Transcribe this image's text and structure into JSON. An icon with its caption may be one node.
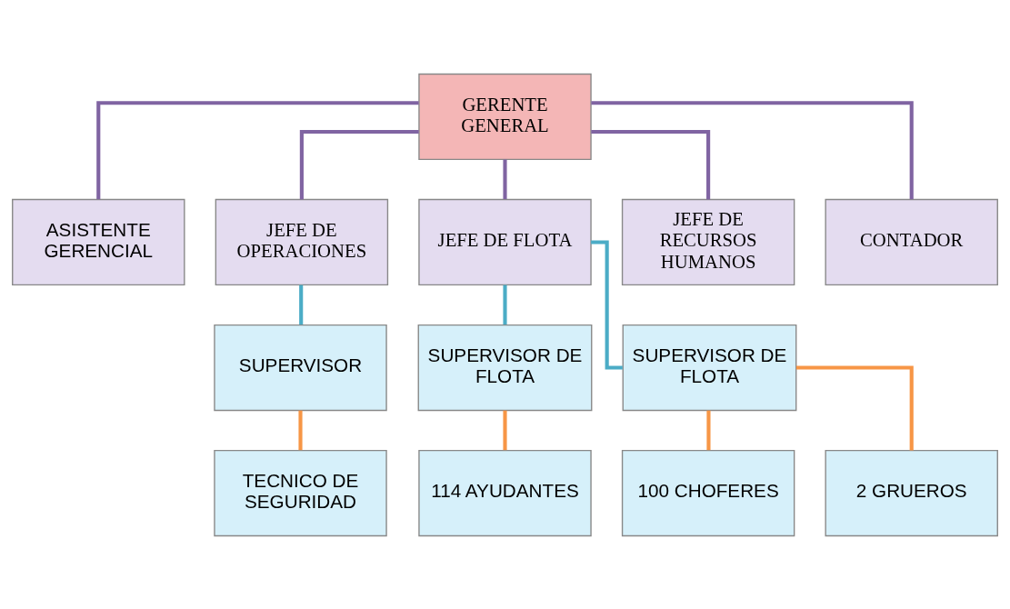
{
  "diagram": {
    "nodes": [
      {
        "text": [
          "GERENTE GENERAL"
        ]
      },
      {
        "text": [
          "ASISTENTE GERENCIAL"
        ]
      },
      {
        "text": [
          "JEFE DE OPERACIONES"
        ]
      },
      {
        "text": [
          "JEFE DE FLOTA"
        ]
      },
      {
        "text": [
          "JEFE DE RECURSOS HUMANOS"
        ]
      },
      {
        "text": [
          "CONTADOR"
        ]
      },
      {
        "text": [
          "SUPERVISOR"
        ]
      },
      {
        "text": [
          "SUPERVISOR DE FLOTA"
        ]
      },
      {
        "text": [
          "SUPERVISOR DE FLOTA"
        ]
      },
      {
        "text": [
          "TECNICO DE SEGURIDAD"
        ]
      },
      {
        "text": [
          "114 AYUDANTES"
        ]
      },
      {
        "text": [
          "100 CHOFERES"
        ]
      },
      {
        "text": [
          "2 GRUEROS"
        ]
      }
    ],
    "edges": [
      {
        "from": 0,
        "to": 1,
        "arrow": "none"
      },
      {
        "from": 0,
        "to": 2,
        "arrow": "none"
      },
      {
        "from": 0,
        "to": 3,
        "arrow": "none"
      },
      {
        "from": 0,
        "to": 4,
        "arrow": "none"
      },
      {
        "from": 0,
        "to": 5,
        "arrow": "none"
      },
      {
        "from": 2,
        "to": 6,
        "arrow": "none",
        "color": "#4bacc6"
      },
      {
        "from": 3,
        "to": 7,
        "arrow": "none",
        "color": "#4bacc6"
      },
      {
        "from": 3,
        "to": 8,
        "arrow": "none",
        "color": "#4bacc6"
      },
      {
        "from": 6,
        "to": 9,
        "arrow": "none",
        "color": "#f79646"
      },
      {
        "from": 7,
        "to": 10,
        "arrow": "none",
        "color": "#f79646"
      },
      {
        "from": 8,
        "to": 11,
        "arrow": "none",
        "color": "#f79646"
      },
      {
        "from": 8,
        "to": 12,
        "arrow": "none",
        "color": "#f79646"
      }
    ]
  }
}
